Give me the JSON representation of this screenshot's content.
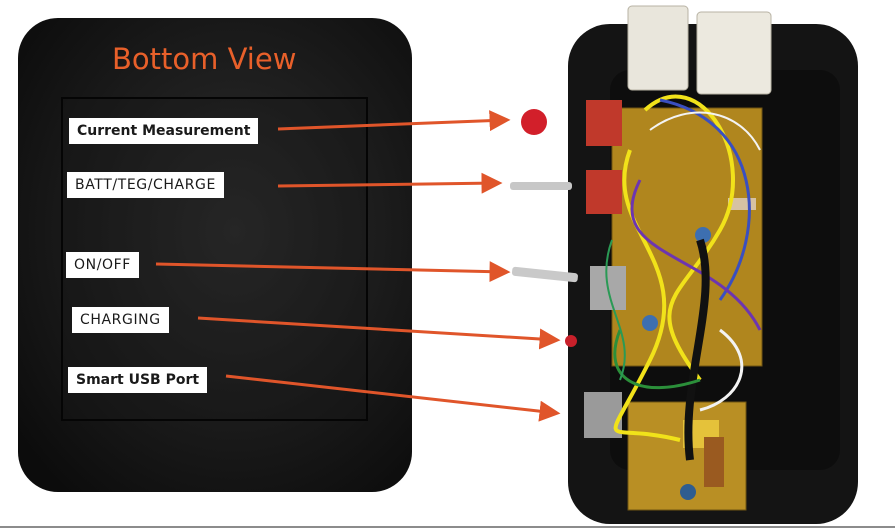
{
  "title": "Bottom View",
  "labels": {
    "current": "Current Measurement",
    "batt": "BATT/TEG/CHARGE",
    "onoff": "ON/OFF",
    "charging": "CHARGING",
    "usb": "Smart USB Port"
  },
  "colors": {
    "title": "#e8602a",
    "arrow": "#e0552a",
    "housing": "#151515",
    "pcb": "#b0861e"
  }
}
